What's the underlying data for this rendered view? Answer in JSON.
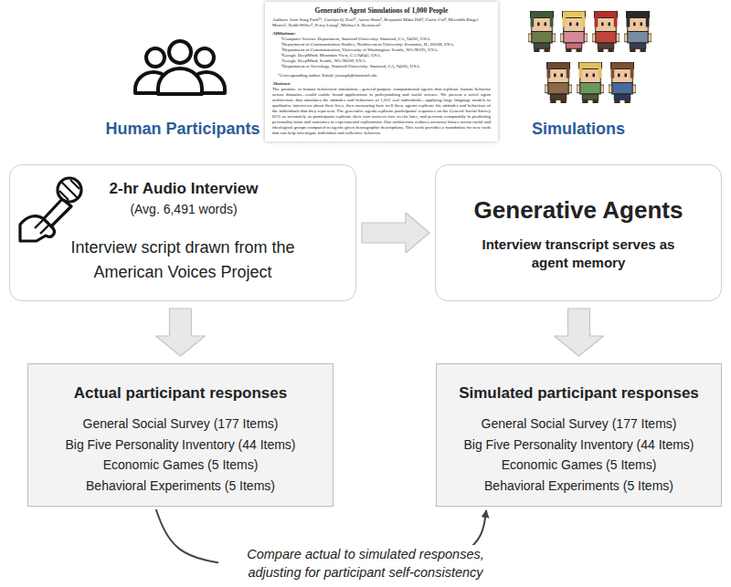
{
  "diagram": {
    "nodes": [
      {
        "text": [
          "Human Participants",
          "2-hr Audio Interview",
          "(Avg. 6,491 words)",
          "Interview script drawn from the American Voices Project"
        ]
      },
      {
        "text": [
          "Generative Agent Simulations of 1,000 People",
          "Authors: Joon Sung Park¹*, Carolyn Q. Zou¹², Aaron Shaw², Benjamin Mako Hill³, Carrie Cai⁴, Meredith Ringel Morris⁵, Robb Willer⁶, Percy Liang¹, Michael S. Bernstein¹",
          "Affiliations:",
          "¹Computer Science Department, Stanford University; Stanford, CA, 94305, USA.",
          "²Department of Communication Studies, Northwestern University; Evanston, IL, 60208, USA.",
          "³Department of Communication, University of Washington; Seattle, WA 98195, USA.",
          "⁴Google DeepMind; Mountain View, CA 94043, USA.",
          "⁵Google DeepMind; Seattle, WA 98109, USA.",
          "⁶Department of Sociology, Stanford University; Stanford, CA, 94305, USA.",
          "*Corresponding author. Email: joonspk@stanford.edu",
          "Abstract:",
          "The promise of human behavioral simulation—general-purpose computational agents that replicate human behavior across domains—could enable broad applications in policymaking and social science. We present a novel agent architecture that simulates the attitudes and behaviors of 1,052 real individuals—applying large language models to qualitative interviews about their lives, then measuring how well these agents replicate the attitudes and behaviors of the individuals that they represent. The generative agents replicate participants' responses on the General Social Survey 85% as accurately as participants replicate their own answers two weeks later, and perform comparably in predicting personality traits and outcomes in experimental replications. Our architecture reduces accuracy biases across racial and ideological groups compared to agents given demographic descriptions. This work provides a foundation for new tools that can help investigate individual and collective behavior."
        ]
      },
      {
        "text": [
          "Simulations",
          "Generative Agents",
          "Interview transcript serves as agent memory"
        ]
      },
      {
        "text": [
          "Actual participant responses",
          "General Social Survey (177 Items)",
          "Big Five Personality Inventory (44 Items)",
          "Economic Games (5 Items)",
          "Behavioral Experiments (5 Items)"
        ]
      },
      {
        "text": [
          "Simulated participant responses",
          "General Social Survey (177 Items)",
          "Big Five Personality Inventory (44 Items)",
          "Economic Games (5 Items)",
          "Behavioral Experiments (5 Items)"
        ]
      }
    ],
    "edges": [
      {
        "from": 0,
        "to": 2,
        "arrow": "to"
      },
      {
        "from": 0,
        "to": 3,
        "arrow": "to"
      },
      {
        "from": 2,
        "to": 4,
        "arrow": "to"
      },
      {
        "from": 3,
        "to": 4,
        "arrow": "to",
        "label": "Compare actual to simulated responses, adjusting for participant self-consistency"
      }
    ]
  }
}
